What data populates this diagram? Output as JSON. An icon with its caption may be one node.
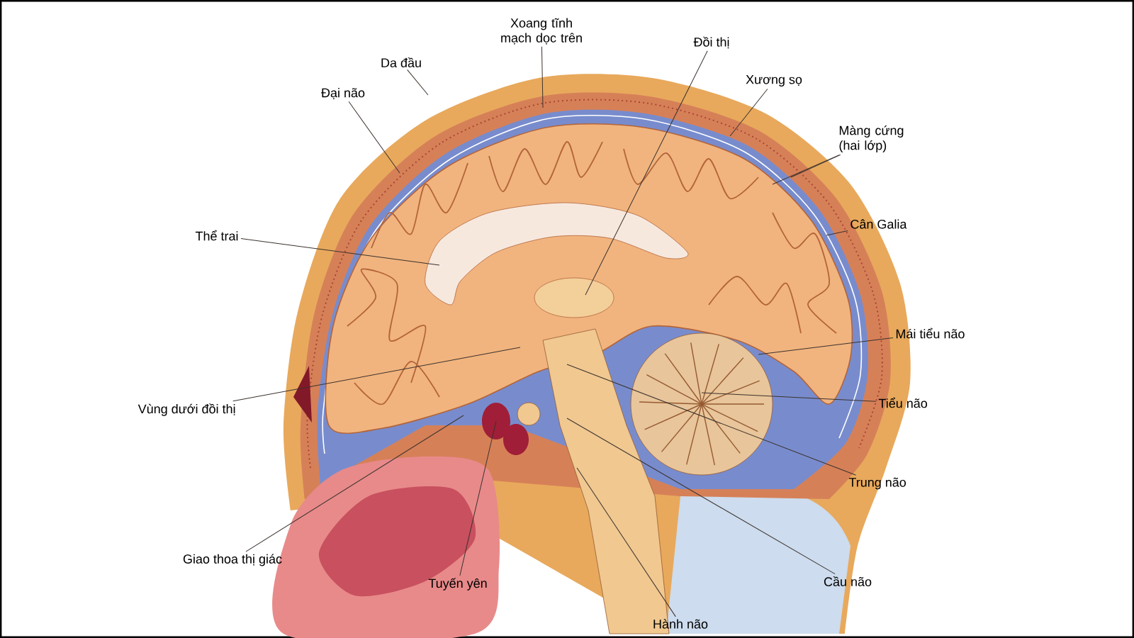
{
  "diagram": {
    "nodes": [
      {
        "text": [
          "Xoang tĩnh mạch dọc trên"
        ]
      },
      {
        "text": [
          "Đồi thị"
        ]
      },
      {
        "text": [
          "Da đầu"
        ]
      },
      {
        "text": [
          "Đại não"
        ]
      },
      {
        "text": [
          "Xương sọ"
        ]
      },
      {
        "text": [
          "Màng cứng (hai lớp)"
        ]
      },
      {
        "text": [
          "Cân Galia"
        ]
      },
      {
        "text": [
          "Thể trai"
        ]
      },
      {
        "text": [
          "Mái tiểu não"
        ]
      },
      {
        "text": [
          "Vùng dưới đồi thị"
        ]
      },
      {
        "text": [
          "Tiểu não"
        ]
      },
      {
        "text": [
          "Trung não"
        ]
      },
      {
        "text": [
          "Giao thoa thị giác"
        ]
      },
      {
        "text": [
          "Cầu não"
        ]
      },
      {
        "text": [
          "Tuyến yên"
        ]
      },
      {
        "text": [
          "Hành não"
        ]
      }
    ],
    "edges": [
      {
        "from": 0,
        "to": null,
        "arrow": "none"
      },
      {
        "from": 1,
        "to": null,
        "arrow": "none"
      },
      {
        "from": 2,
        "to": null,
        "arrow": "none"
      },
      {
        "from": 3,
        "to": null,
        "arrow": "none"
      },
      {
        "from": 4,
        "to": null,
        "arrow": "none"
      },
      {
        "from": 5,
        "to": null,
        "arrow": "none"
      },
      {
        "from": 5,
        "to": null,
        "arrow": "none"
      },
      {
        "from": 6,
        "to": null,
        "arrow": "none"
      },
      {
        "from": 7,
        "to": null,
        "arrow": "none"
      },
      {
        "from": 8,
        "to": null,
        "arrow": "none"
      },
      {
        "from": 9,
        "to": null,
        "arrow": "none"
      },
      {
        "from": 10,
        "to": null,
        "arrow": "none"
      },
      {
        "from": 11,
        "to": null,
        "arrow": "none"
      },
      {
        "from": 12,
        "to": null,
        "arrow": "none"
      },
      {
        "from": 13,
        "to": null,
        "arrow": "none"
      },
      {
        "from": 14,
        "to": null,
        "arrow": "none"
      },
      {
        "from": 15,
        "to": null,
        "arrow": "none"
      }
    ]
  }
}
